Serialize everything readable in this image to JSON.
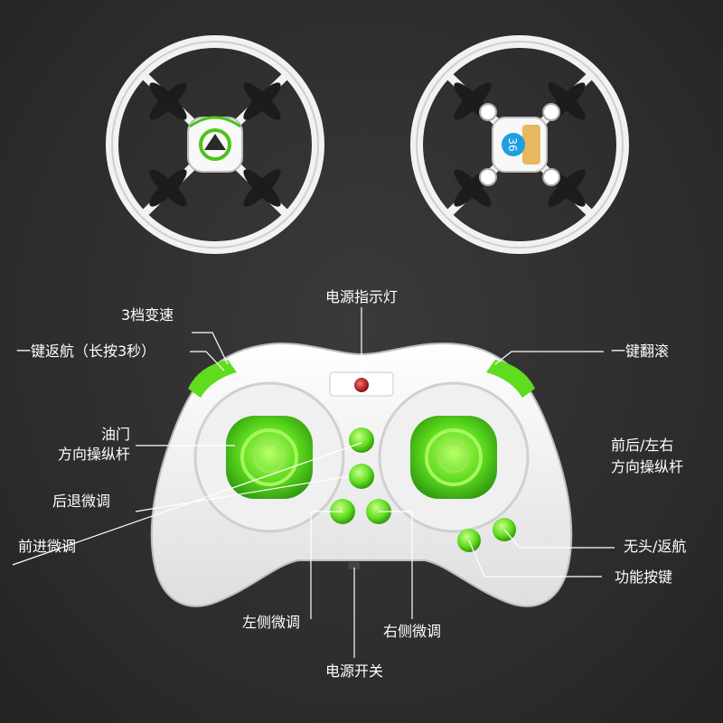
{
  "labels": {
    "speed_3": "3档变速",
    "return_long": "一键返航（长按3秒）",
    "power_led": "电源指示灯",
    "flip": "一键翻滚",
    "throttle_1": "油门",
    "throttle_2": "方向操纵杆",
    "dir_1": "前后/左右",
    "dir_2": "方向操纵杆",
    "back_trim": "后退微调",
    "fwd_trim": "前进微调",
    "headless": "无头/返航",
    "function_keys": "功能按键",
    "left_trim": "左侧微调",
    "right_trim": "右侧微调",
    "power_switch": "电源开关"
  },
  "colors": {
    "background": "#2d2d2d",
    "accent_green": "#5fdc1e",
    "body_white": "#f4f4f4",
    "led_red": "#c0141c",
    "leader_line": "#ffffff"
  },
  "icons": {
    "drone_top": "quadcopter-top-view",
    "drone_bottom": "quadcopter-bottom-view",
    "controller": "remote-controller"
  },
  "drone_bottom_badge": "36"
}
